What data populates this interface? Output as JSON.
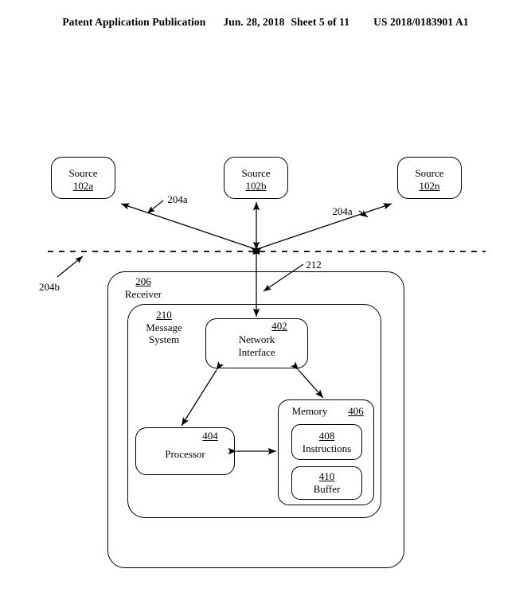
{
  "header": {
    "publication": "Patent Application Publication",
    "date": "Jun. 28, 2018",
    "sheet": "Sheet 5 of 11",
    "patent_number": "US 2018/0183901 A1"
  },
  "figure": {
    "sources": [
      {
        "name": "Source",
        "ref": "102a"
      },
      {
        "name": "Source",
        "ref": "102b"
      },
      {
        "name": "Source",
        "ref": "102n"
      }
    ],
    "link_labels": [
      {
        "text": "204a"
      },
      {
        "text": "204a"
      },
      {
        "text": "204b"
      },
      {
        "text": "212"
      }
    ],
    "receiver": {
      "ref": "206",
      "name": "Receiver",
      "message_system": {
        "ref": "210",
        "name_line1": "Message",
        "name_line2": "System",
        "network_interface": {
          "ref": "402",
          "name_line1": "Network",
          "name_line2": "Interface"
        },
        "processor": {
          "ref": "404",
          "name": "Processor"
        },
        "memory": {
          "ref": "406",
          "name": "Memory",
          "instructions": {
            "ref": "408",
            "name": "Instructions"
          },
          "buffer": {
            "ref": "410",
            "name": "Buffer"
          }
        }
      }
    }
  },
  "colors": {
    "ink": "#000000",
    "paper": "#ffffff"
  }
}
